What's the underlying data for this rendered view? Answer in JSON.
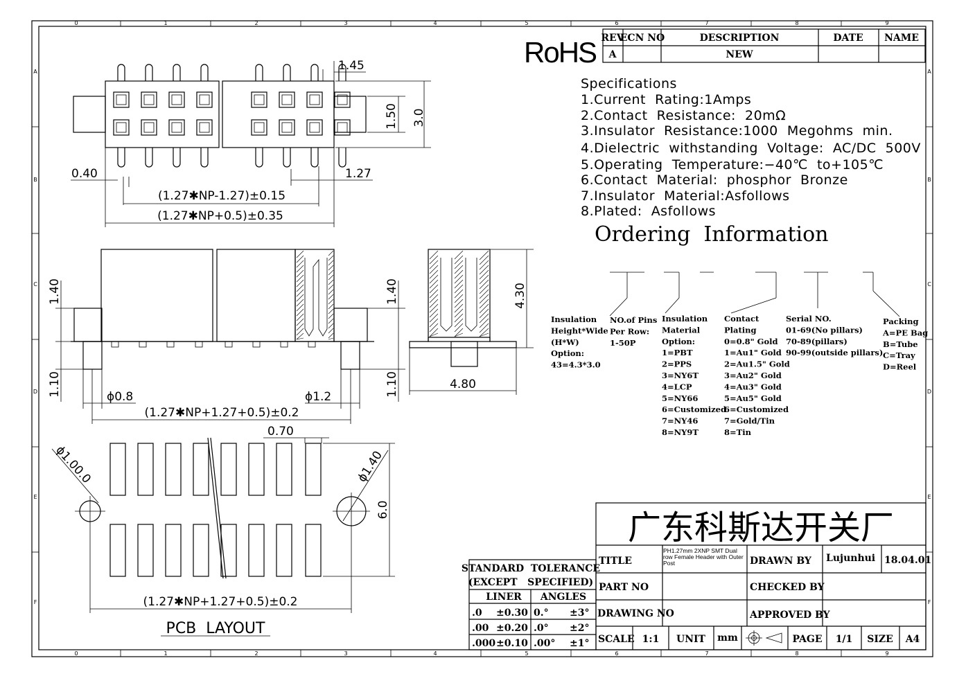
{
  "rohs": "RoHS",
  "rev_table": {
    "headers": [
      "REV",
      "ECN NO",
      "DESCRIPTION",
      "DATE",
      "NAME"
    ],
    "row": [
      "A",
      "",
      "NEW",
      "",
      ""
    ]
  },
  "specs": {
    "title": "Specifications",
    "lines": [
      "1.Current  Rating:1Amps",
      "2.Contact  Resistance:  20mΩ",
      "3.Insulator  Resistance:1000  Megohms  min.",
      "4.Dielectric  withstanding  Voltage:  AC/DC  500V",
      "5.Operating  Temperature:−40℃  to+105℃",
      "6.Contact  Material:  phosphor  Bronze",
      "7.Insulator  Material:Asfollows",
      "8.Plated:  Asfollows"
    ]
  },
  "ordering": {
    "title": "Ordering  Information",
    "columns": [
      [
        "Insulation",
        "Height*Wide",
        "(H*W)",
        "Option:",
        "43=4.3*3.0"
      ],
      [
        "NO.of Pins",
        "Per Row:",
        "1-50P"
      ],
      [
        "Insulation",
        "Material",
        "Option:",
        "1=PBT",
        "2=PPS",
        "3=NY6T",
        "4=LCP",
        "5=NY66",
        "6=Customized",
        "7=NY46",
        "8=NY9T"
      ],
      [
        "Contact",
        "Plating",
        "0=0.8\" Gold",
        "1=Au1\" Gold",
        "2=Au1.5\" Gold",
        "3=Au2\" Gold",
        "4=Au3\" Gold",
        "5=Au5\" Gold",
        "6=Customized",
        "7=Gold/Tin",
        "8=Tin"
      ],
      [
        "Serial NO.",
        "01-69(No pillars)",
        "70-89(pillars)",
        "90-99(outside pillars)"
      ],
      [
        "Packing",
        "A=PE Bag",
        "B=Tube",
        "C=Tray",
        "D=Reel"
      ]
    ]
  },
  "dims": {
    "d145": "1.45",
    "d150": "1.50",
    "d30": "3.0",
    "d040": "0.40",
    "d127": "1.27",
    "d_np_minus": "(1.27✱NP-1.27)±0.15",
    "d_np_plus": "(1.27✱NP+0.5)±0.35",
    "d140a": "1.40",
    "d140b": "1.40",
    "d110a": "1.10",
    "d110b": "1.10",
    "d_phi08": "ϕ0.8",
    "d_phi12": "ϕ1.2",
    "d_np_total": "(1.27✱NP+1.27+0.5)±0.2",
    "d430": "4.30",
    "d480": "4.80",
    "d070": "0.70",
    "d60": "6.0",
    "d_phi100": "ϕ1.00.0",
    "d_phi140": "ϕ1.40",
    "d_pcb_total": "(1.27✱NP+1.27+0.5)±0.2",
    "pcb_layout": "PCB  LAYOUT"
  },
  "tolerance": {
    "title1": "STANDARD  TOLERANCE",
    "title2": "(EXCEPT   SPECIFIED)",
    "liner": "LINER",
    "angles": "ANGLES",
    "rows": [
      [
        ".0",
        "±0.30",
        "0.°",
        "±3°"
      ],
      [
        ".00",
        "±0.20",
        ".0°",
        "±2°"
      ],
      [
        ".000",
        "±0.10",
        ".00°",
        "±1°"
      ]
    ]
  },
  "title_block": {
    "company": "广东科斯达开关厂",
    "title_label": "TITLE",
    "title_value": "PH1.27mm 2XNP SMT Dual row Female Header with Outer Post",
    "drawn_by_label": "DRAWN BY",
    "drawn_by": "Lujunhui",
    "date": "18.04.01",
    "part_no_label": "PART NO",
    "checked_by_label": "CHECKED BY",
    "drawing_no_label": "DRAWING NO",
    "approved_by_label": "APPROVED BY",
    "scale_label": "SCALE",
    "scale": "1:1",
    "unit_label": "UNIT",
    "unit": "mm",
    "page_label": "PAGE",
    "page": "1/1",
    "size_label": "SIZE",
    "size": "A4"
  },
  "grid": {
    "cols": [
      "0",
      "1",
      "2",
      "3",
      "4",
      "5",
      "6",
      "7",
      "8",
      "9"
    ],
    "rows": [
      "A",
      "B",
      "C",
      "D",
      "E",
      "F"
    ]
  }
}
